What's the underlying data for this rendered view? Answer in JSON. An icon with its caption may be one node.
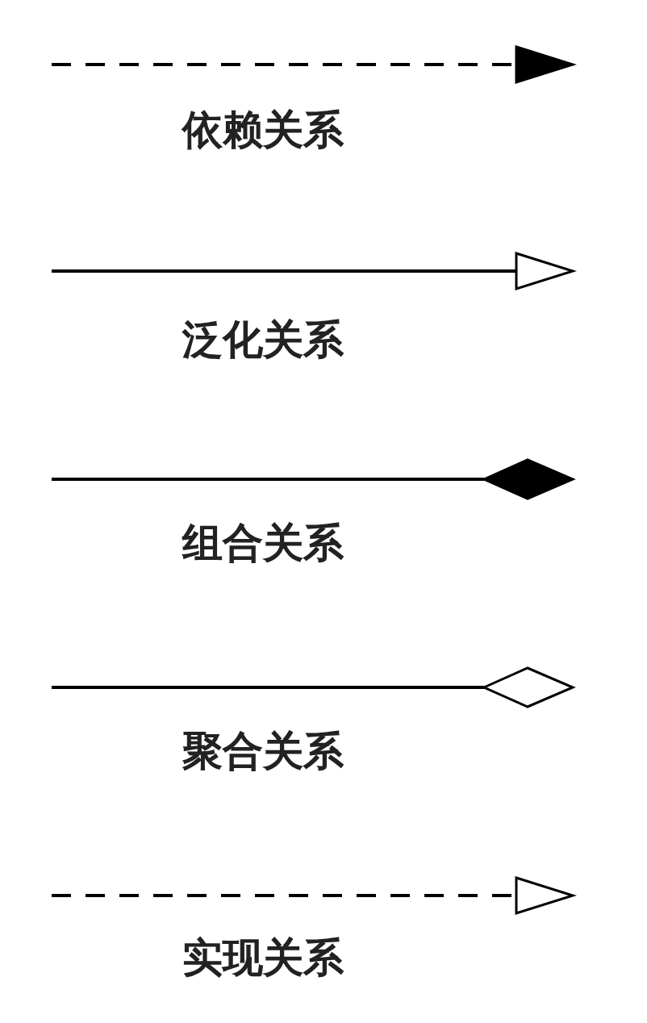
{
  "diagram": {
    "legend": [
      {
        "text": "依赖关系"
      },
      {
        "text": "泛化关系"
      },
      {
        "text": "组合关系"
      },
      {
        "text": "聚合关系"
      },
      {
        "text": "实现关系"
      }
    ]
  }
}
